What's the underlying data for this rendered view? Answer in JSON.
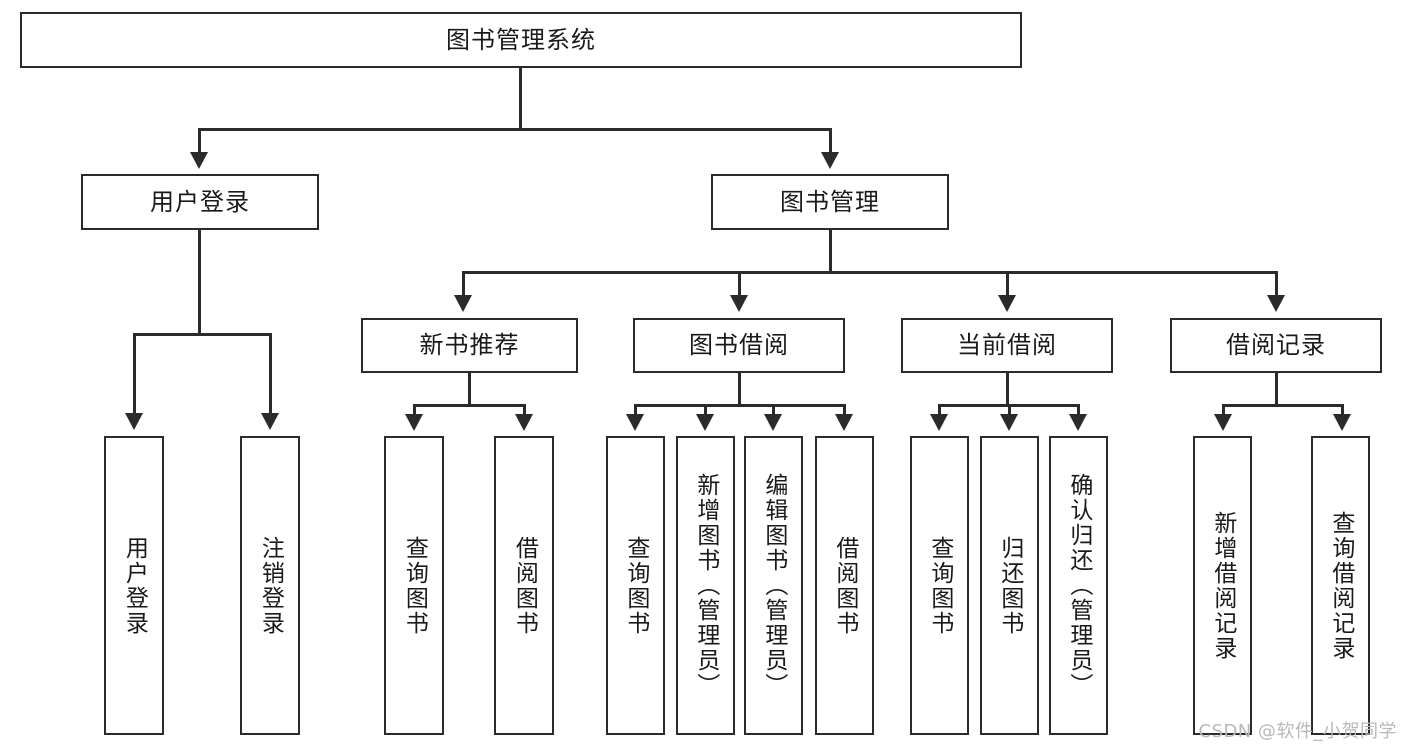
{
  "diagram": {
    "title_node": {
      "label": "图书管理系统"
    },
    "level1": [
      {
        "id": "user-login",
        "label": "用户登录"
      },
      {
        "id": "book-management",
        "label": "图书管理"
      }
    ],
    "level2": [
      {
        "id": "new-book-recommend",
        "label": "新书推荐"
      },
      {
        "id": "book-borrow",
        "label": "图书借阅"
      },
      {
        "id": "current-borrow",
        "label": "当前借阅"
      },
      {
        "id": "borrow-record",
        "label": "借阅记录"
      }
    ],
    "leaves": {
      "user_login": [
        {
          "id": "leaf-user-login",
          "label": "用户登录"
        },
        {
          "id": "leaf-logout-login",
          "label": "注销登录"
        }
      ],
      "new_book_recommend": [
        {
          "id": "leaf-query-book-1",
          "label": "查询图书"
        },
        {
          "id": "leaf-borrow-book-1",
          "label": "借阅图书"
        }
      ],
      "book_borrow": [
        {
          "id": "leaf-query-book-2",
          "label": "查询图书"
        },
        {
          "id": "leaf-add-book",
          "label": "新增图书（管理员）"
        },
        {
          "id": "leaf-edit-book",
          "label": "编辑图书（管理员）"
        },
        {
          "id": "leaf-borrow-book-2",
          "label": "借阅图书"
        }
      ],
      "current_borrow": [
        {
          "id": "leaf-query-book-3",
          "label": "查询图书"
        },
        {
          "id": "leaf-return-book",
          "label": "归还图书"
        },
        {
          "id": "leaf-confirm-return",
          "label": "确认归还（管理员）"
        }
      ],
      "borrow_record": [
        {
          "id": "leaf-add-record",
          "label": "新增借阅记录"
        },
        {
          "id": "leaf-query-record",
          "label": "查询借阅记录"
        }
      ]
    }
  },
  "watermark": {
    "text": "CSDN @软件_小贺同学"
  },
  "colors": {
    "stroke": "#2b2b2b",
    "background": "#ffffff",
    "text": "#1a1a1a",
    "watermark": "#b8b8b8"
  }
}
